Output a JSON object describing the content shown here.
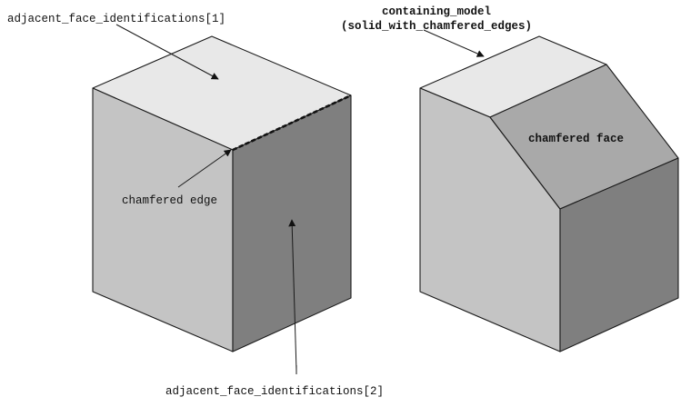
{
  "labels": {
    "adjacent_face_1": "adjacent_face_identifications[1]",
    "adjacent_face_2": "adjacent_face_identifications[2]",
    "chamfered_edge": "chamfered edge",
    "containing_model_line1": "containing_model",
    "containing_model_line2": "(solid_with_chamfered_edges)",
    "chamfered_face": "chamfered face"
  },
  "colors": {
    "top_face": "#e8e8e8",
    "left_face": "#c4c4c4",
    "right_face": "#7f7f7f",
    "chamfer_face": "#a9a9a9",
    "ink": "#111111"
  }
}
